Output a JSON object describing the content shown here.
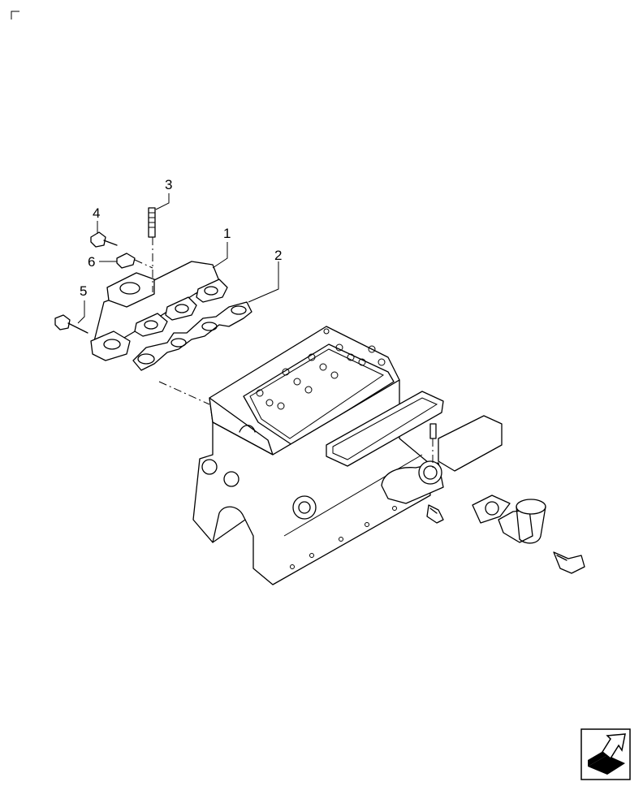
{
  "callouts": [
    {
      "id": "1",
      "label": "1"
    },
    {
      "id": "2",
      "label": "2"
    },
    {
      "id": "3",
      "label": "3"
    },
    {
      "id": "4",
      "label": "4"
    },
    {
      "id": "5",
      "label": "5"
    },
    {
      "id": "6",
      "label": "6"
    }
  ],
  "navigation": {
    "icon": "next-page-arrow-icon"
  }
}
